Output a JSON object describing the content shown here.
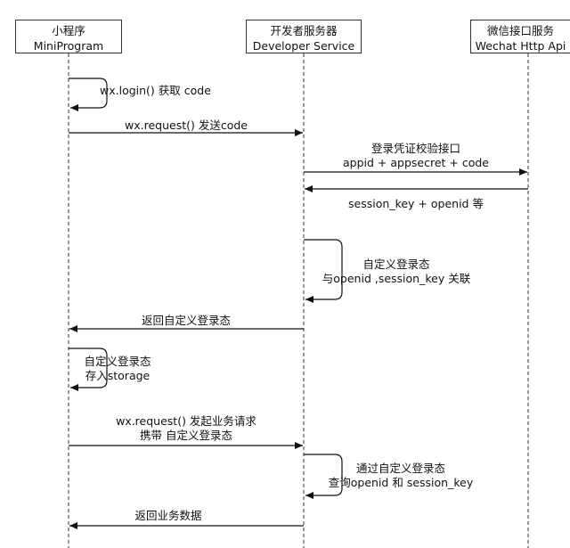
{
  "participants": [
    {
      "zh": "小程序",
      "en": "MiniProgram"
    },
    {
      "zh": "开发者服务器",
      "en": "Developer Service"
    },
    {
      "zh": "微信接口服务",
      "en": "Wechat Http Api"
    }
  ],
  "messages": {
    "login": "wx.login() 获取 code",
    "request_code": "wx.request() 发送code",
    "verify_1": "登录凭证校验接口",
    "verify_2": "appid + appsecret + code",
    "session_return": "session_key + openid 等",
    "custom_state_1": "自定义登录态",
    "custom_state_2": "与openid ,session_key 关联",
    "return_state": "返回自定义登录态",
    "store_1": "自定义登录态",
    "store_2": "存入storage",
    "biz_request_1": "wx.request() 发起业务请求",
    "biz_request_2": "携带 自定义登录态",
    "lookup_1": "通过自定义登录态",
    "lookup_2": "查询openid 和 session_key",
    "return_data": "返回业务数据"
  }
}
